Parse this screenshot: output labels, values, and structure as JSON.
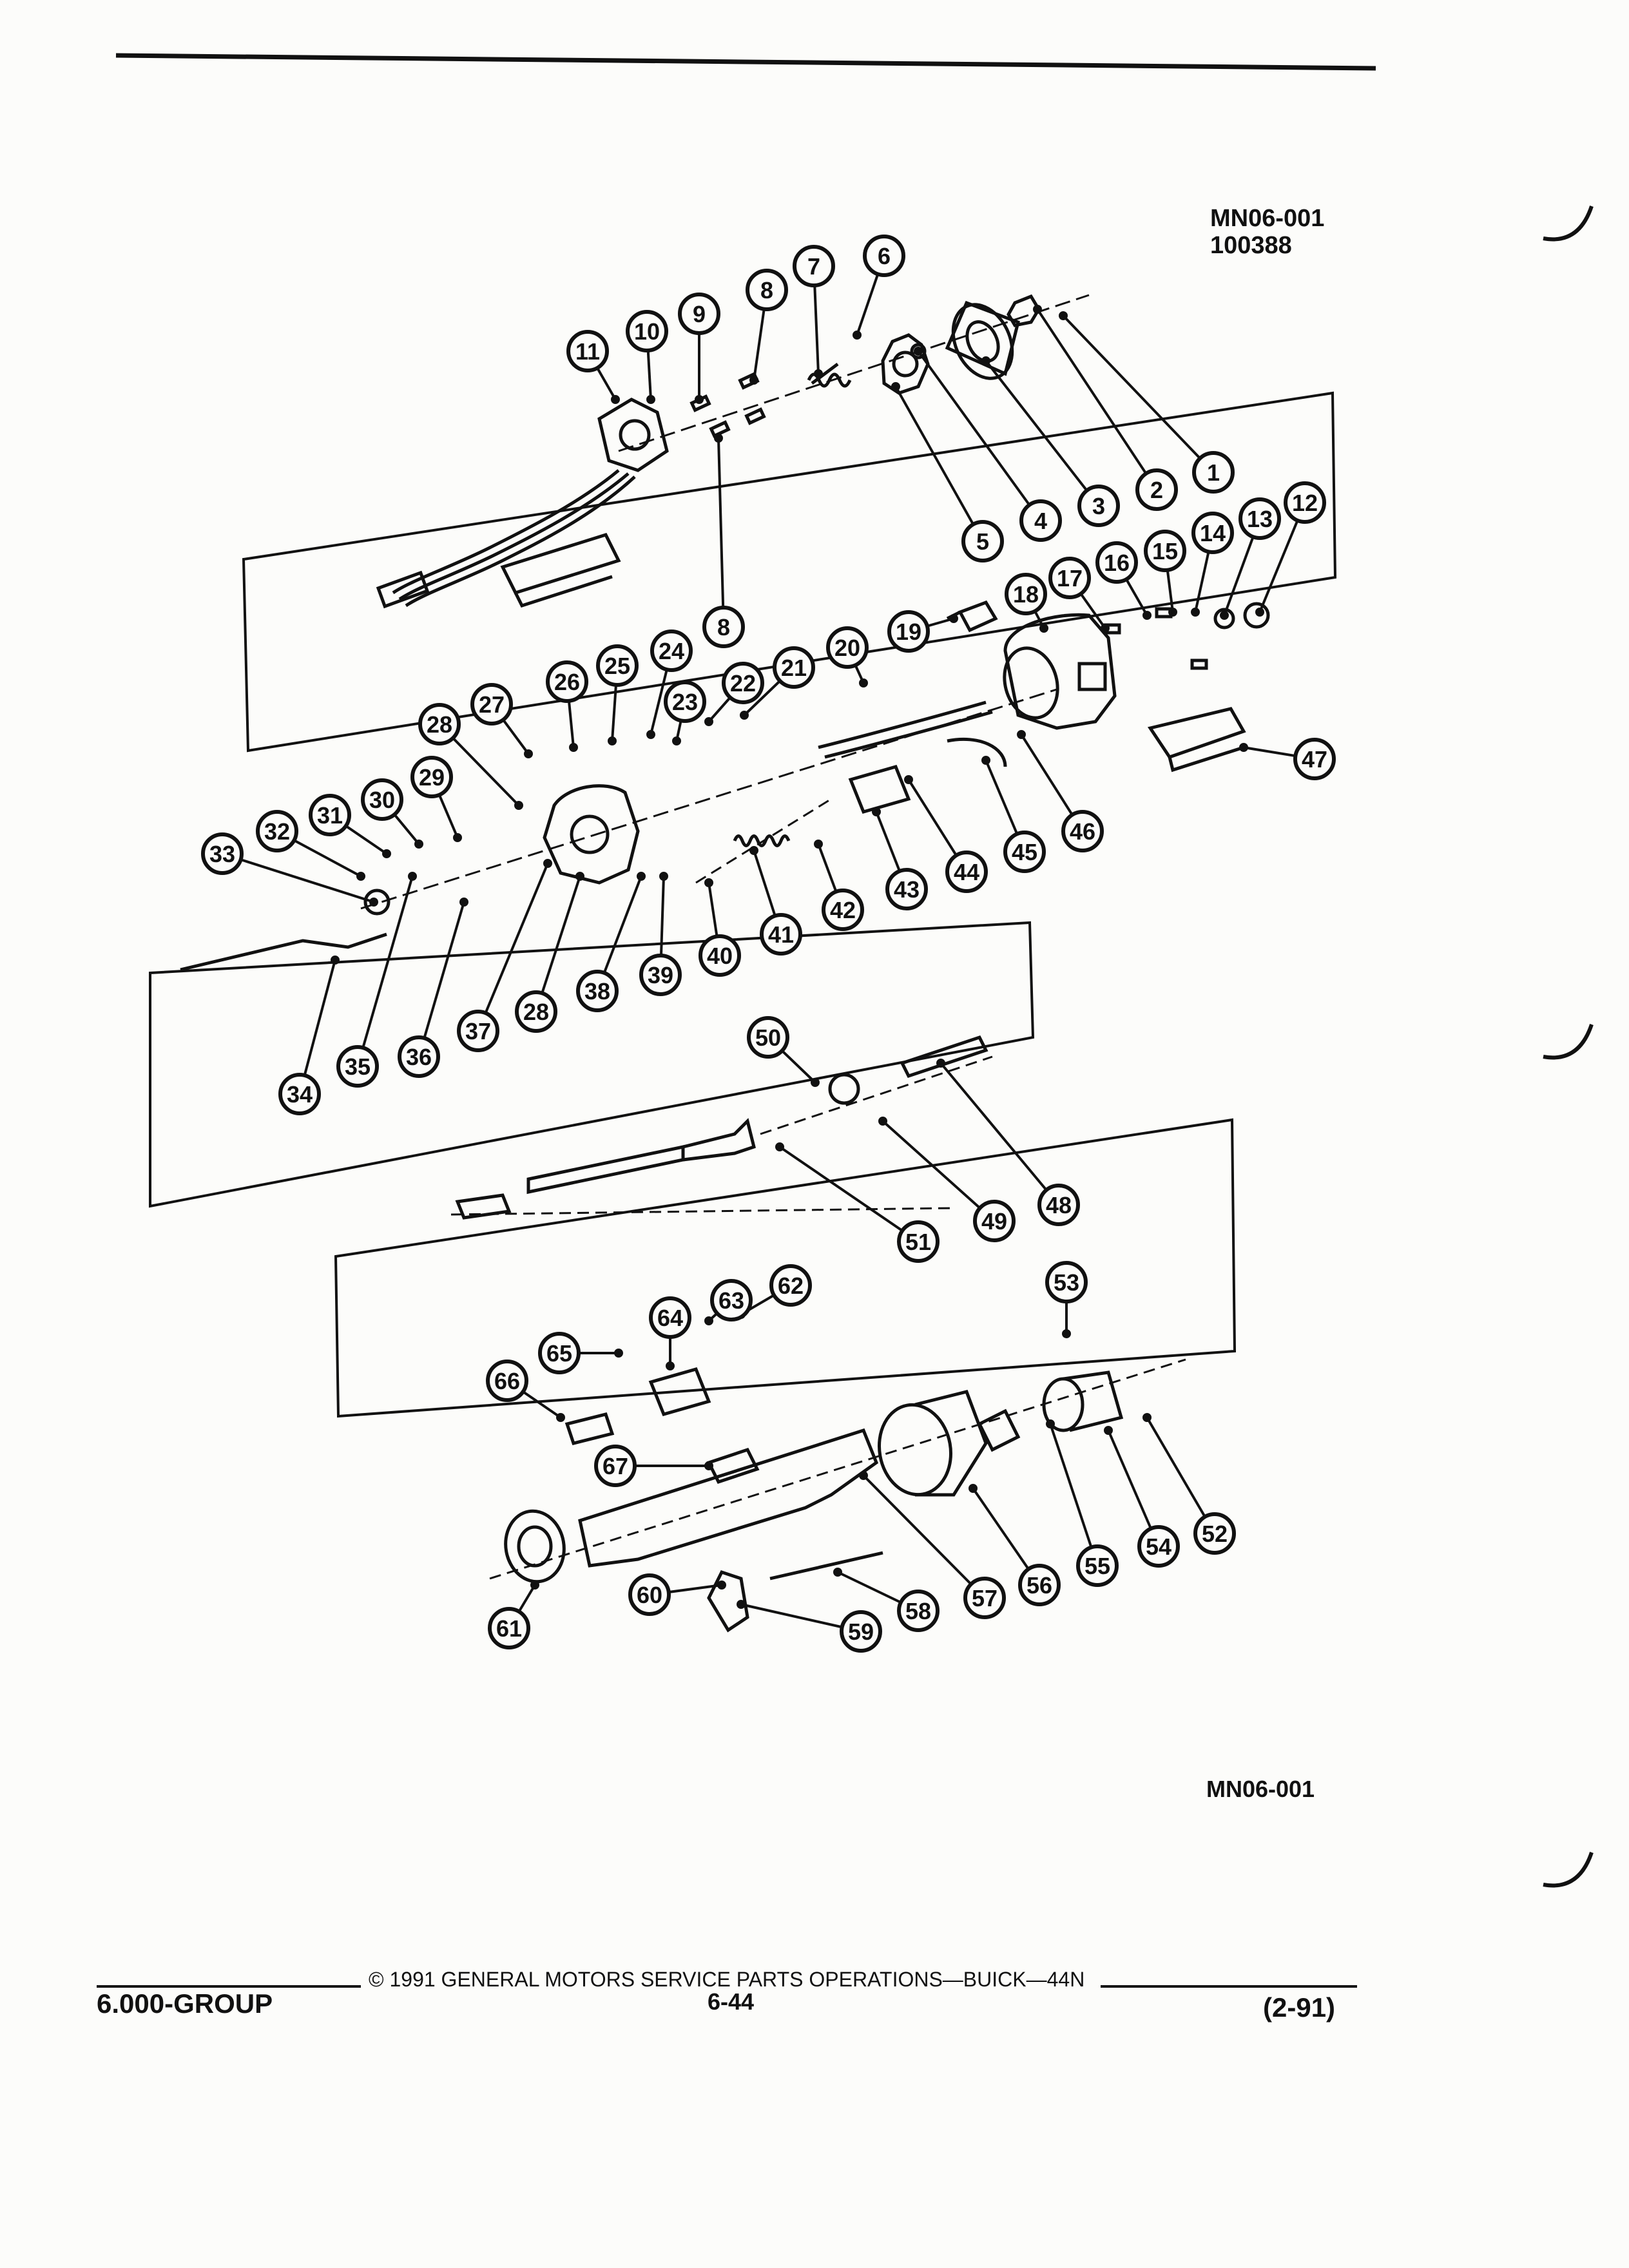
{
  "header": {
    "figure_id": "MN06-001",
    "figure_date": "100388"
  },
  "figure_label_bottom": "MN06-001",
  "callouts": [
    "1",
    "2",
    "3",
    "4",
    "5",
    "6",
    "7",
    "8",
    "9",
    "10",
    "11",
    "12",
    "13",
    "14",
    "15",
    "16",
    "17",
    "18",
    "19",
    "20",
    "21",
    "22",
    "23",
    "24",
    "25",
    "26",
    "27",
    "28",
    "29",
    "30",
    "31",
    "32",
    "33",
    "34",
    "35",
    "36",
    "37",
    "38",
    "39",
    "40",
    "41",
    "42",
    "43",
    "44",
    "45",
    "46",
    "47",
    "48",
    "49",
    "50",
    "51",
    "52",
    "53",
    "54",
    "55",
    "56",
    "57",
    "58",
    "59",
    "60",
    "61",
    "62",
    "63",
    "64",
    "65",
    "66",
    "67",
    "8",
    "28"
  ],
  "footer": {
    "group": "6.000-GROUP",
    "copyright": "© 1991 GENERAL MOTORS SERVICE PARTS OPERATIONS—BUICK—44N",
    "page_number": "6-44",
    "date_code": "(2-91)"
  },
  "colors": {
    "ink": "#111111",
    "paper": "#fcfcfa"
  }
}
